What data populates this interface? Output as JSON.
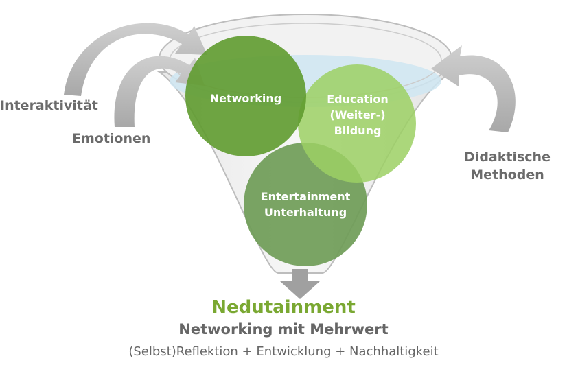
{
  "circles": {
    "networking": "Networking",
    "education_line1": "Education",
    "education_line2": "(Weiter-)",
    "education_line3": "Bildung",
    "entertainment_line1": "Entertainment",
    "entertainment_line2": "Unterhaltung"
  },
  "side_labels": {
    "interaktivitaet": "Interaktivität",
    "emotionen": "Emotionen",
    "didaktische": "Didaktische",
    "methoden": "Methoden"
  },
  "result": {
    "title": "Nedutainment",
    "subtitle": "Networking mit Mehrwert",
    "tagline": "(Selbst)Reflektion + Entwicklung + Nachhaltigkeit"
  },
  "colors": {
    "networking": "#5e9a2e",
    "education": "#8cc152",
    "entertainment": "#6e9c55",
    "title": "#7aa832",
    "arrows": "#c8c8c8"
  }
}
